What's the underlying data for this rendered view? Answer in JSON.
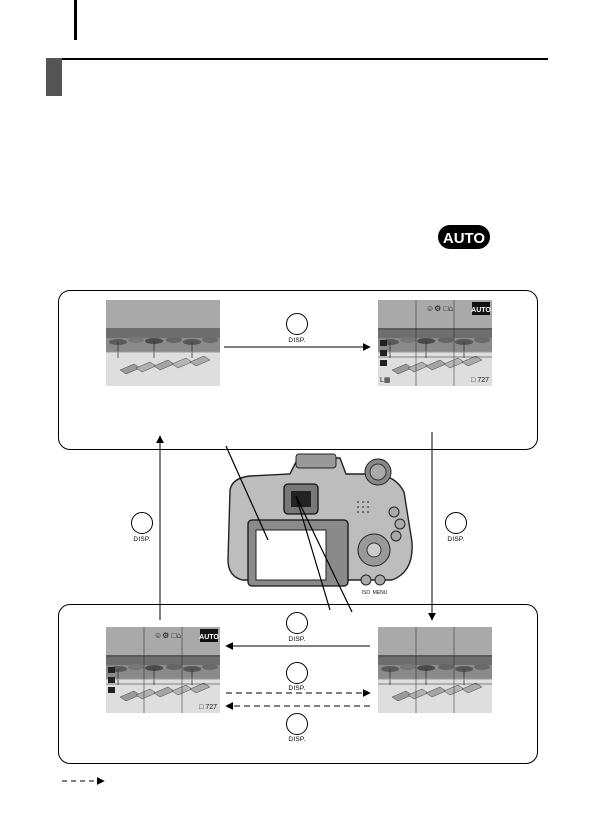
{
  "auto_badge": {
    "label": "AUTO"
  },
  "buttons": {
    "disp_label": "DISP.",
    "top_arrow": "DISP.",
    "left_arrow": "DISP.",
    "right_arrow": "DISP.",
    "bottom_solid": "DISP.",
    "bottom_dashed_upper": "DISP.",
    "bottom_dashed_lower": "DISP."
  },
  "camera": {
    "button_labels": [
      "ISO",
      "MENU"
    ]
  },
  "overlay_top_right": {
    "top_icons": "☺⚙  □⌂",
    "mode": "AUTO",
    "bottom_right": "□ 727",
    "bottom_mid": "L▦"
  },
  "overlay_bottom_left": {
    "top_icons": "☺⚙  □⌂",
    "mode": "AUTO",
    "bottom_right": "□ 727"
  },
  "colors": {
    "sky": "#a9a9a9",
    "sea": "#6e6e6e",
    "sand": "#dedede",
    "panel_border": "#000000",
    "tab": "#555555"
  }
}
